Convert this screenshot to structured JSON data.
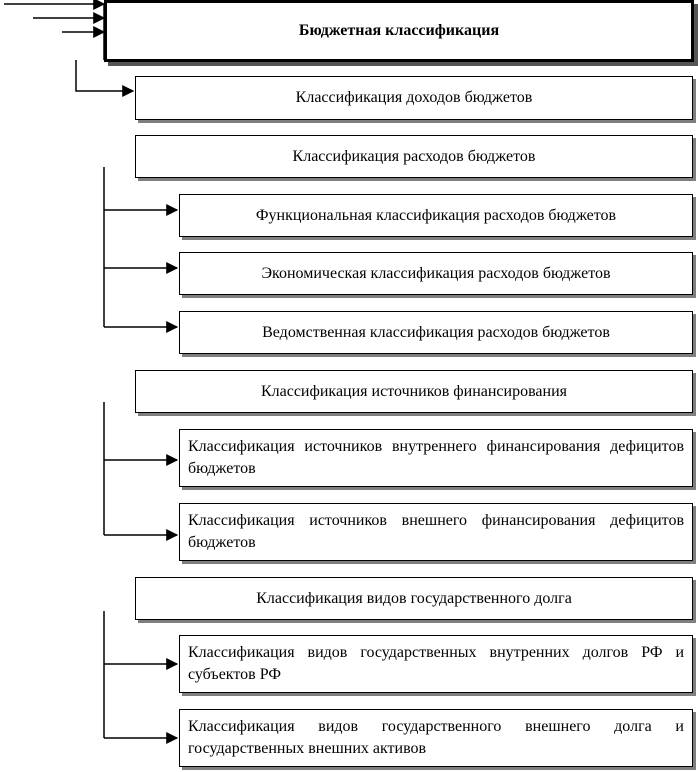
{
  "root": {
    "label": "Бюджетная классификация"
  },
  "income": {
    "label": "Классификация доходов бюджетов"
  },
  "expenses": {
    "label": "Классификация расходов бюджетов",
    "children": [
      "Функциональная классификация расходов бюджетов",
      "Экономическая классификация расходов бюджетов",
      "Ведомственная классификация расходов бюджетов"
    ]
  },
  "sources": {
    "label": "Классификация источников финансирования",
    "children": [
      "Классификация источников внутреннего финансирования дефицитов бюджетов",
      "Классификация источников внешнего финансирования дефицитов бюджетов"
    ]
  },
  "debt": {
    "label": "Классификация видов государственного долга",
    "children": [
      "Классификация видов государственных внутренних долгов РФ и субъектов РФ",
      "Классификация видов государственного внешнего долга и государственных внешних активов"
    ]
  }
}
